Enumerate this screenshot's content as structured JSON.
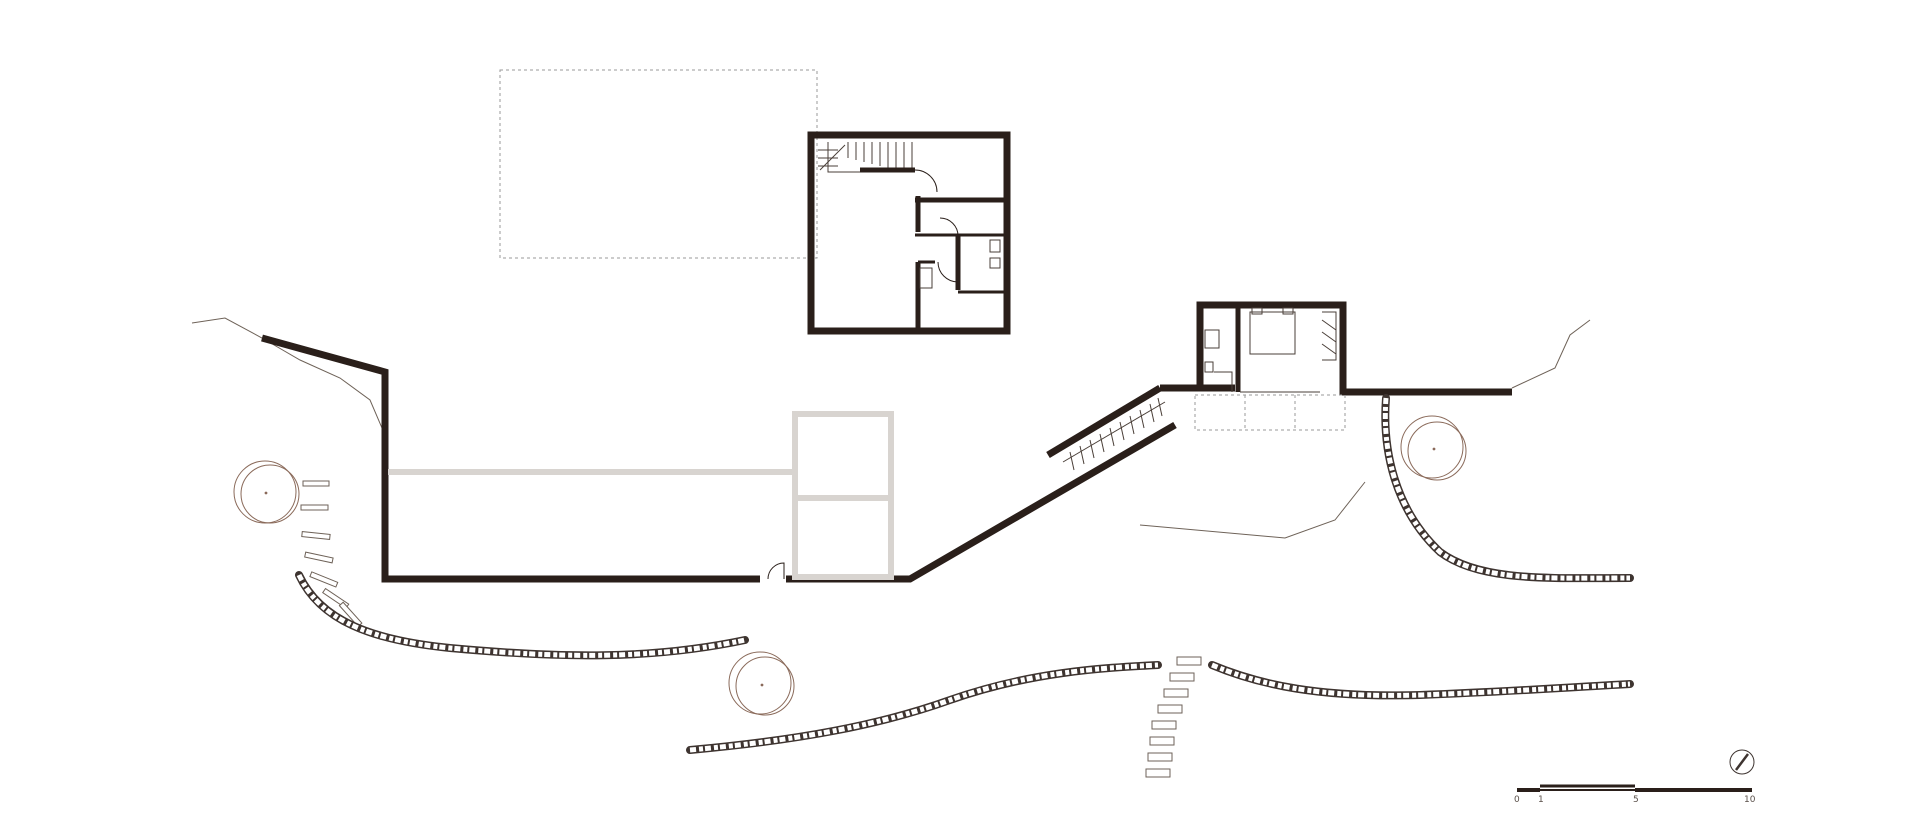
{
  "plan": {
    "scale_bar": {
      "ticks": [
        "0",
        "1",
        "5",
        "10"
      ]
    },
    "icons": {
      "north": "north-arrow-icon"
    }
  }
}
